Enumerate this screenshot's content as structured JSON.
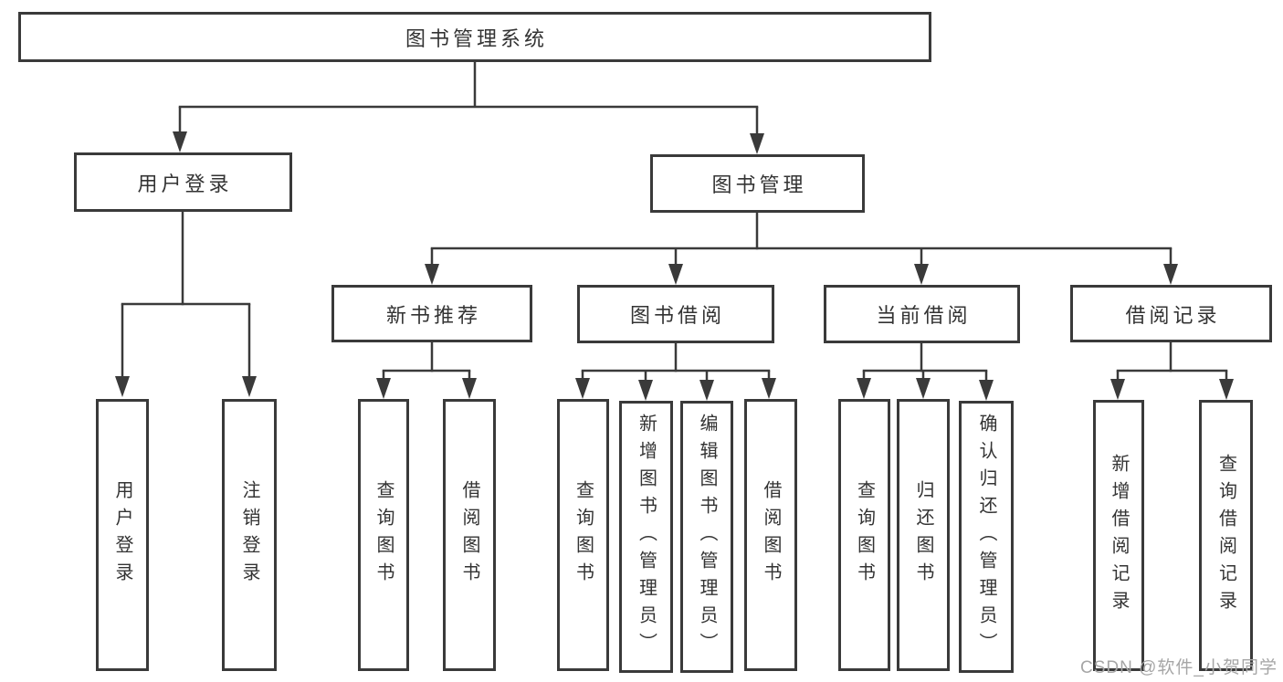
{
  "diagram": {
    "root": {
      "label": "图书管理系统"
    },
    "level2": [
      {
        "label": "用户登录"
      },
      {
        "label": "图书管理"
      }
    ],
    "level3": [
      {
        "label": "新书推荐"
      },
      {
        "label": "图书借阅"
      },
      {
        "label": "当前借阅"
      },
      {
        "label": "借阅记录"
      }
    ],
    "leaves": [
      {
        "label": "用户登录"
      },
      {
        "label": "注销登录"
      },
      {
        "label": "查询图书"
      },
      {
        "label": "借阅图书"
      },
      {
        "label": "查询图书"
      },
      {
        "label": "新增图书（管理员）"
      },
      {
        "label": "编辑图书（管理员）"
      },
      {
        "label": "借阅图书"
      },
      {
        "label": "查询图书"
      },
      {
        "label": "归还图书"
      },
      {
        "label": "确认归还（管理员）"
      },
      {
        "label": "新增借阅记录"
      },
      {
        "label": "查询借阅记录"
      }
    ]
  },
  "watermark": {
    "text": "CSDN @软件_小贺同学"
  },
  "colors": {
    "line": "#3a3a3a",
    "text": "#333333",
    "watermark": "#a6a6a6",
    "background": "#ffffff"
  }
}
